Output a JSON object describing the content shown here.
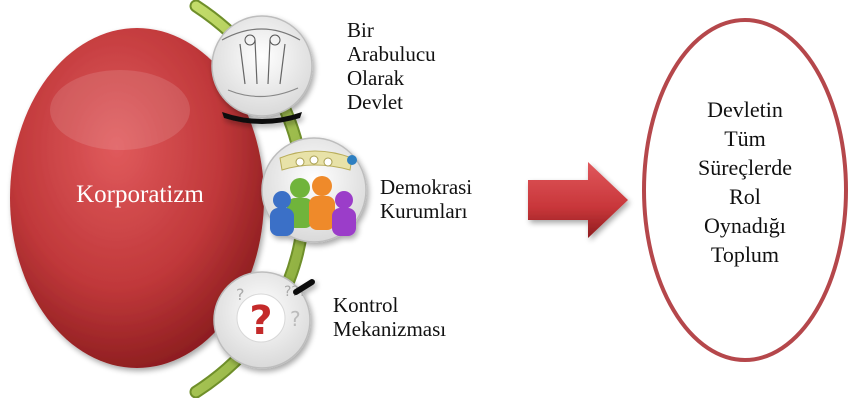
{
  "diagram": {
    "main": {
      "label": "Korporatizm"
    },
    "items": [
      {
        "lines": [
          "Bir",
          "Arabulucu",
          "Olarak",
          "Devlet"
        ],
        "icon": "state-mediator-icon"
      },
      {
        "lines": [
          "Demokrasi",
          "Kurumları"
        ],
        "icon": "people-group-icon"
      },
      {
        "lines": [
          "Kontrol",
          "Mekanizması"
        ],
        "icon": "question-mark-icon"
      }
    ],
    "arrow": {
      "icon": "right-arrow-icon"
    },
    "result": {
      "lines": [
        "Devletin",
        "Tüm",
        "Süreçlerde",
        "Rol",
        "Oynadığı",
        "Toplum"
      ]
    }
  },
  "colors": {
    "main_fill": "#c0383a",
    "main_dark": "#8e1c1e",
    "arc_green": "#a3c24a",
    "arrow_red": "#c8363a",
    "result_border": "#b5474b"
  }
}
